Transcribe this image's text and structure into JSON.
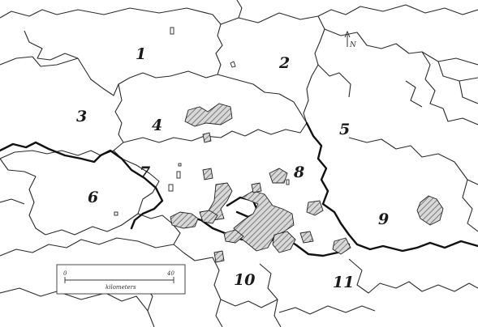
{
  "map": {
    "regions": [
      {
        "id": "1",
        "label": "1"
      },
      {
        "id": "2",
        "label": "2"
      },
      {
        "id": "3",
        "label": "3"
      },
      {
        "id": "4",
        "label": "4"
      },
      {
        "id": "5",
        "label": "5"
      },
      {
        "id": "6",
        "label": "6"
      },
      {
        "id": "7",
        "label": "7"
      },
      {
        "id": "8",
        "label": "8"
      },
      {
        "id": "9",
        "label": "9"
      },
      {
        "id": "10",
        "label": "10"
      },
      {
        "id": "11",
        "label": "11"
      }
    ],
    "north_arrow": {
      "label": "N"
    },
    "scale_bar": {
      "start": "0",
      "end": "40",
      "unit": "kilometers"
    },
    "colors": {
      "background": "#ffffff",
      "boundary": "#2a2a2a",
      "major_boundary": "#111111",
      "hatch_fill": "#8a8a8a",
      "hatch_bg": "#d8d8d8"
    }
  }
}
